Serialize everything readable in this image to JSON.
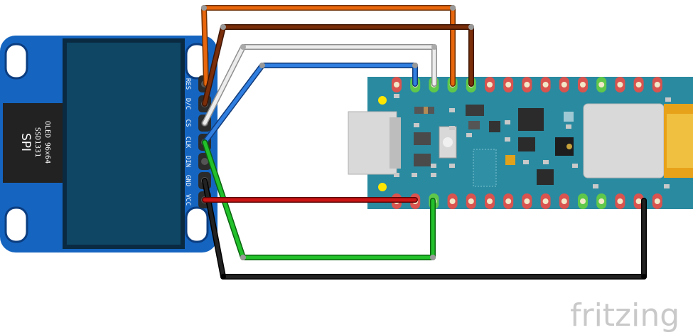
{
  "oled": {
    "model": "OLED 96x64",
    "chip": "SSD1331",
    "bus": "SPI",
    "pins": [
      "RES",
      "D/C",
      "CS",
      "CLK",
      "DIN",
      "GND",
      "VCC"
    ]
  },
  "watermark": "fritzing",
  "colors": {
    "board_blue": "#1565c0",
    "board_teal": "#2a8aa0",
    "wire_orange": "#e8660c",
    "wire_brown": "#7a2e0a",
    "wire_white": "#d8d8d8",
    "wire_blue": "#2466c4",
    "wire_red": "#c21010",
    "wire_green": "#22b02a",
    "wire_black": "#111111"
  }
}
